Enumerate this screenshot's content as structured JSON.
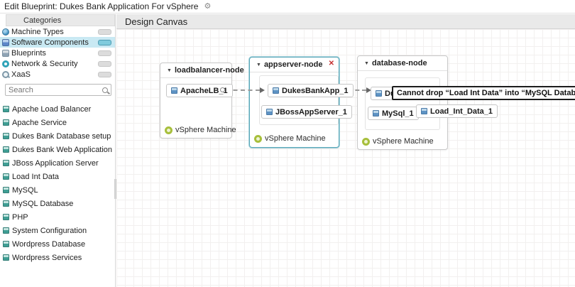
{
  "icons": {
    "gear": "⚙",
    "caret": "▼",
    "close": "✕"
  },
  "header": {
    "title": "Edit Blueprint: Dukes Bank Application For vSphere"
  },
  "sidebar": {
    "categories_title": "Categories",
    "categories": [
      {
        "label": "Machine Types"
      },
      {
        "label": "Software Components"
      },
      {
        "label": "Blueprints"
      },
      {
        "label": "Network & Security"
      },
      {
        "label": "XaaS"
      }
    ],
    "search_placeholder": "Search",
    "components": [
      "Apache Load Balancer",
      "Apache Service",
      "Dukes Bank Database setup",
      "Dukes Bank Web Application",
      "JBoss Application Server",
      "Load Int Data",
      "MySQL",
      "MySQL Database",
      "PHP",
      "System Configuration",
      "Wordpress Database",
      "Wordpress Services"
    ]
  },
  "canvas": {
    "title": "Design Canvas",
    "nodes": [
      {
        "title": "loadbalancer-node",
        "items": [
          "ApacheLB_1"
        ],
        "machine": "vSphere Machine"
      },
      {
        "title": "appserver-node",
        "items": [
          "DukesBankApp_1",
          "JBossAppServer_1"
        ],
        "machine": "vSphere Machine"
      },
      {
        "title": "database-node",
        "items": [
          "Du",
          "MySql_1",
          "Load_Int_Data_1"
        ],
        "machine": "vSphere Machine"
      }
    ],
    "tooltip": "Cannot drop “Load Int Data” into “MySQL Database”"
  }
}
